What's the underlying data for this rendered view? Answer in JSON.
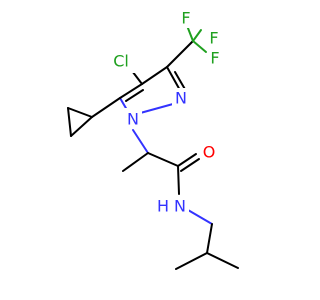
{
  "molecule": {
    "colors": {
      "carbon": "#000000",
      "nitrogen": "#3333ff",
      "oxygen": "#ff0000",
      "chlorine": "#1fa01f",
      "fluorine": "#1fa01f"
    },
    "atoms": {
      "cl": "Cl",
      "f1": "F",
      "f2": "F",
      "f3": "F",
      "n_ring": "N",
      "n_ring_sub": "N",
      "o": "O",
      "n_amide": "N",
      "h_amide": "H"
    }
  }
}
